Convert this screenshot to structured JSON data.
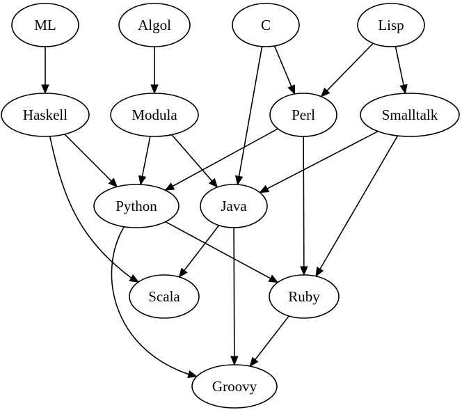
{
  "nodes": {
    "ML": "ML",
    "Algol": "Algol",
    "C": "C",
    "Lisp": "Lisp",
    "Haskell": "Haskell",
    "Modula": "Modula",
    "Perl": "Perl",
    "Smalltalk": "Smalltalk",
    "Python": "Python",
    "Java": "Java",
    "Scala": "Scala",
    "Ruby": "Ruby",
    "Groovy": "Groovy"
  },
  "edges": [
    [
      "ML",
      "Haskell"
    ],
    [
      "Algol",
      "Modula"
    ],
    [
      "C",
      "Perl"
    ],
    [
      "C",
      "Java"
    ],
    [
      "Lisp",
      "Perl"
    ],
    [
      "Lisp",
      "Smalltalk"
    ],
    [
      "Haskell",
      "Python"
    ],
    [
      "Haskell",
      "Scala"
    ],
    [
      "Modula",
      "Python"
    ],
    [
      "Modula",
      "Java"
    ],
    [
      "Perl",
      "Python"
    ],
    [
      "Perl",
      "Ruby"
    ],
    [
      "Smalltalk",
      "Java"
    ],
    [
      "Smalltalk",
      "Ruby"
    ],
    [
      "Python",
      "Ruby"
    ],
    [
      "Python",
      "Groovy"
    ],
    [
      "Java",
      "Scala"
    ],
    [
      "Java",
      "Groovy"
    ],
    [
      "Ruby",
      "Groovy"
    ]
  ]
}
